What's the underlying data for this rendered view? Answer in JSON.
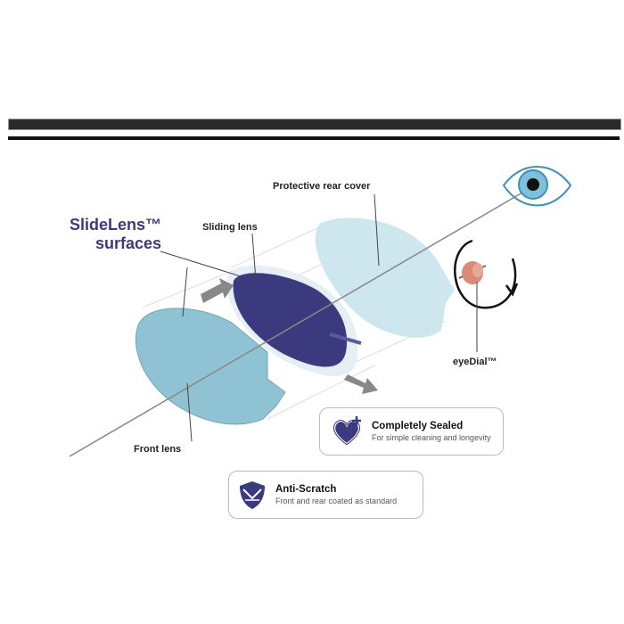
{
  "title_lines": [
    "SlideLens™",
    "surfaces"
  ],
  "labels": {
    "protective_rear_cover": "Protective rear cover",
    "sliding_lens": "Sliding lens",
    "front_lens": "Front lens",
    "eyedial": "eyeDial™"
  },
  "features": [
    {
      "icon": "heart-plus-icon",
      "title": "Completely Sealed",
      "subtitle": "For simple cleaning and longevity"
    },
    {
      "icon": "shield-icon",
      "title": "Anti-Scratch",
      "subtitle": "Front and rear coated as standard"
    }
  ],
  "colors": {
    "accent": "#3b3a7f",
    "front_lens": "#8fc3d3",
    "sliding_lens": "#3b3a7f",
    "rear_cover": "#c9e3ec",
    "dial": "#d98b78"
  }
}
